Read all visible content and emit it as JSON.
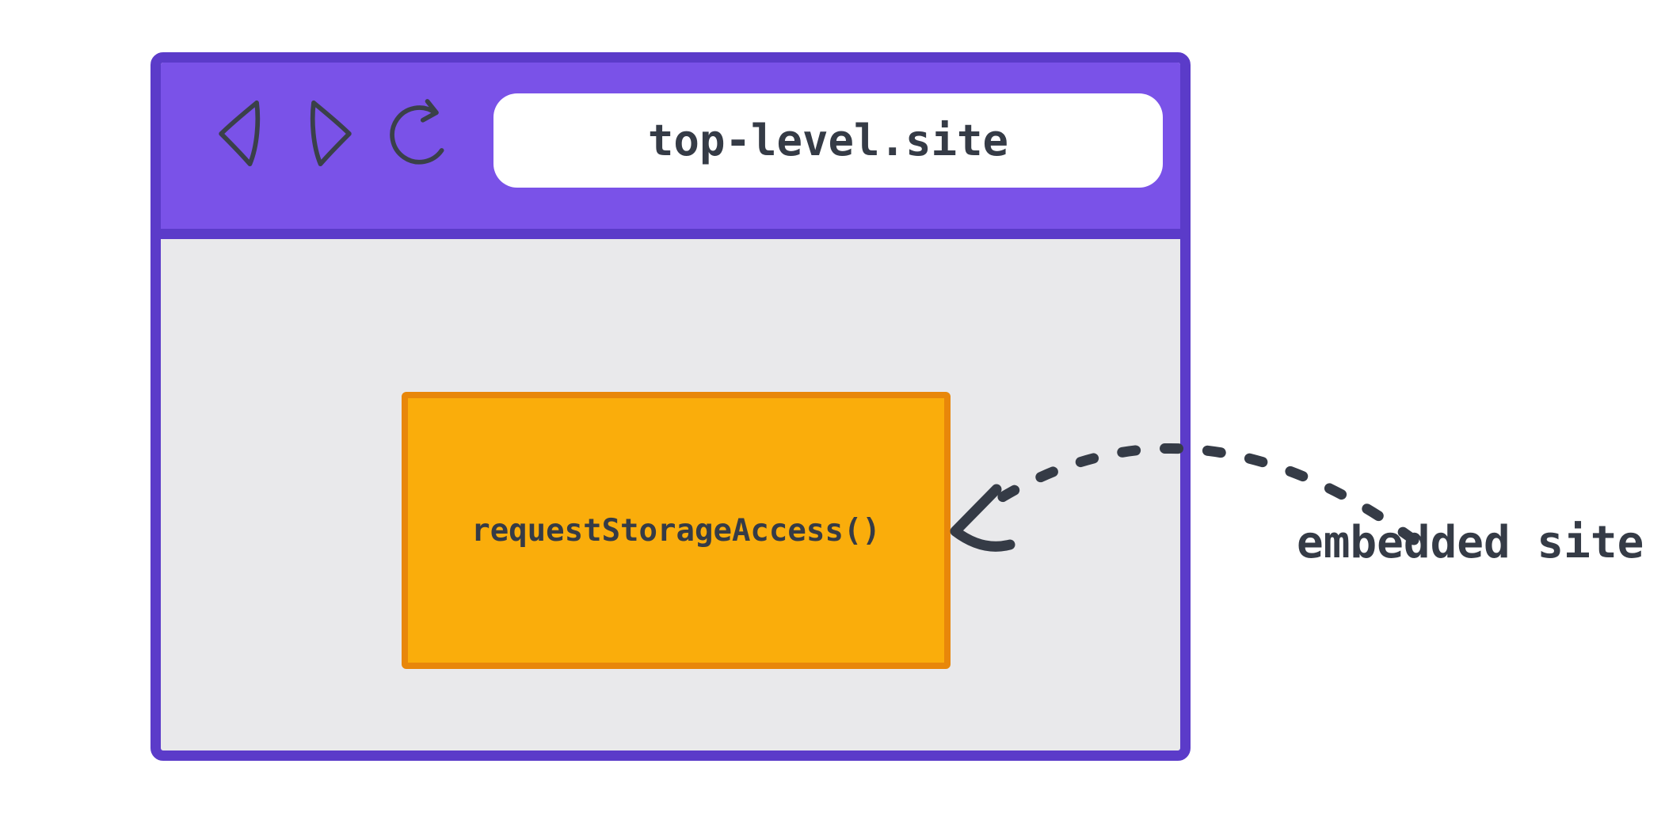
{
  "browser_window": {
    "toolbar": {
      "icons": [
        {
          "name": "back-icon"
        },
        {
          "name": "forward-icon"
        },
        {
          "name": "refresh-icon"
        }
      ],
      "address_bar": {
        "value": "top-level.site"
      }
    },
    "page": {
      "embedded_frame": {
        "label": "requestStorageAccess()"
      }
    }
  },
  "annotation": {
    "label": "embedded site"
  },
  "colors": {
    "chrome_purple": "#7a52e8",
    "window_border_purple": "#5b3bc9",
    "page_background_gray": "#e9e9eb",
    "frame_orange": "#faad0b",
    "frame_border_orange": "#e8870a",
    "ink_dark_slate": "#353b46",
    "address_bar_white": "#ffffff",
    "canvas_white": "#ffffff"
  }
}
